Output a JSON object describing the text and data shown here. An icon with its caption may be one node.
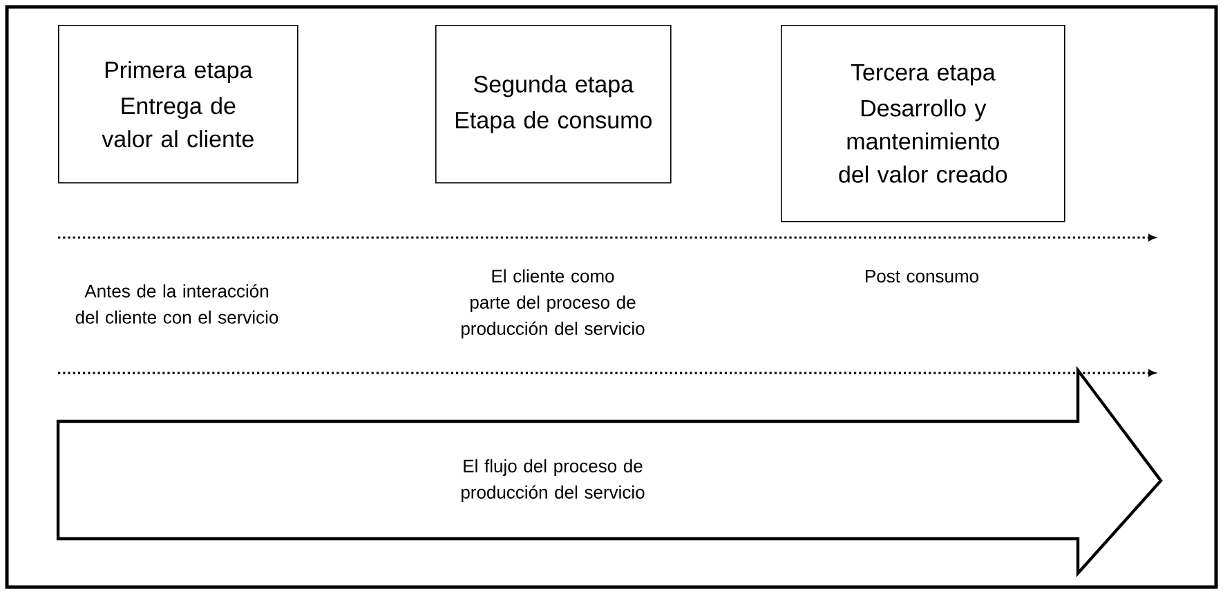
{
  "diagram": {
    "nodes": [
      {
        "text": [
          "Primera etapa",
          "Entrega de valor al cliente"
        ]
      },
      {
        "text": [
          "Segunda etapa",
          "Etapa de consumo"
        ]
      },
      {
        "text": [
          "Tercera etapa",
          "Desarrollo y mantenimiento del valor creado"
        ]
      },
      {
        "text": [
          "El flujo del proceso de producción del servicio"
        ]
      }
    ],
    "edges": [],
    "labels": [
      "Antes de la interacción del cliente con el servicio",
      "El cliente como parte del proceso de producción del servicio",
      "Post consumo"
    ]
  }
}
